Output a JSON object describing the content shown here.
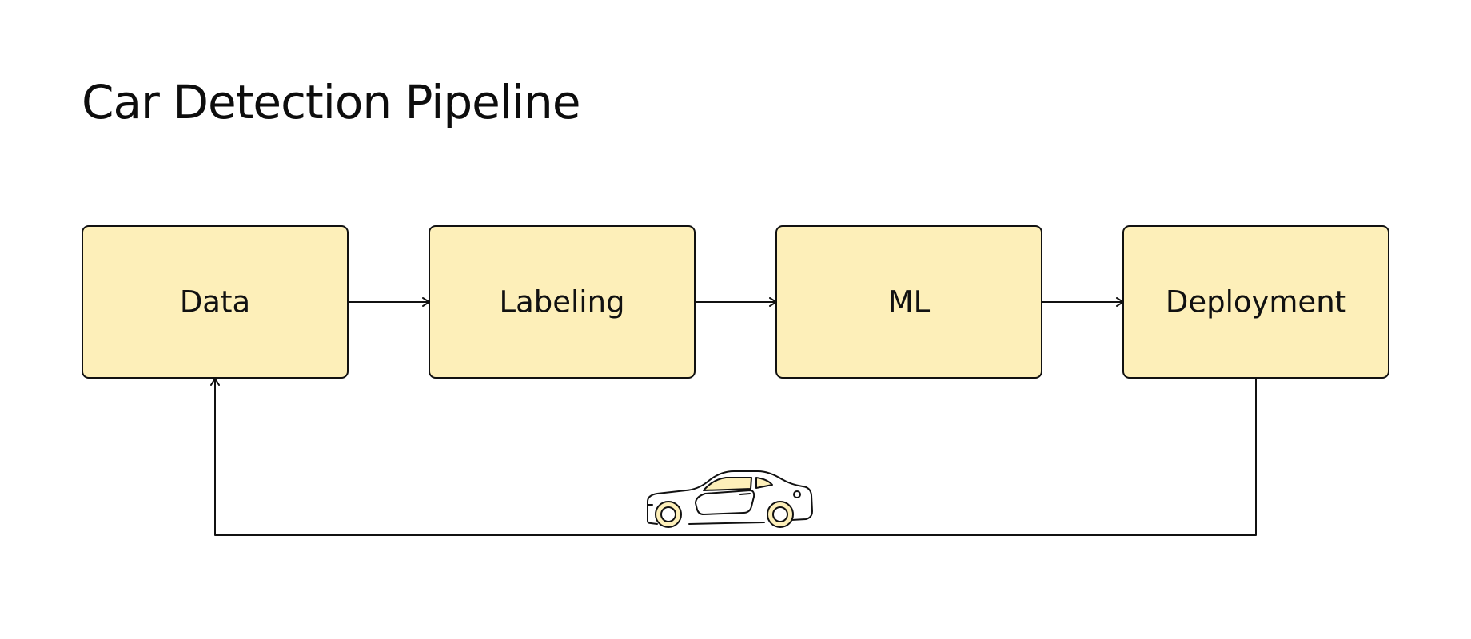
{
  "title": "Car Detection Pipeline",
  "nodes": [
    {
      "id": "data",
      "label": "Data"
    },
    {
      "id": "labeling",
      "label": "Labeling"
    },
    {
      "id": "ml",
      "label": "ML"
    },
    {
      "id": "deployment",
      "label": "Deployment"
    }
  ],
  "edges": [
    {
      "from": "data",
      "to": "labeling"
    },
    {
      "from": "labeling",
      "to": "ml"
    },
    {
      "from": "ml",
      "to": "deployment"
    },
    {
      "from": "deployment",
      "to": "data",
      "kind": "feedback-loop"
    }
  ],
  "icons": [
    "car-icon"
  ],
  "colors": {
    "node_fill": "#fdefb9",
    "stroke": "#111111",
    "background": "#ffffff"
  }
}
